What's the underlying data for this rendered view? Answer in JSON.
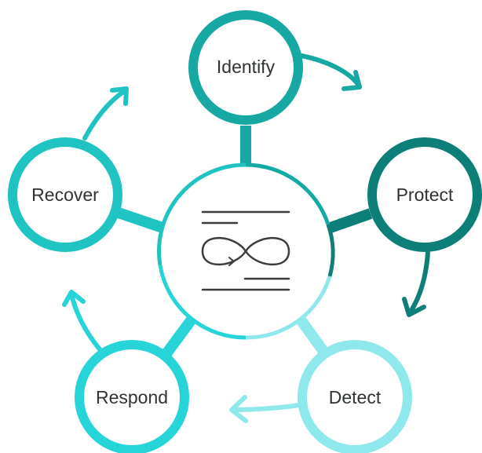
{
  "nodes": [
    {
      "id": "identify",
      "label": "Identify",
      "color": "#17a8a4"
    },
    {
      "id": "protect",
      "label": "Protect",
      "color": "#0d7f78"
    },
    {
      "id": "detect",
      "label": "Detect",
      "color": "#8fe8ec"
    },
    {
      "id": "respond",
      "label": "Respond",
      "color": "#27d4d8"
    },
    {
      "id": "recover",
      "label": "Recover",
      "color": "#1fc3c2"
    }
  ],
  "center": {
    "icon": "infinity-document-icon",
    "ring_colors": [
      "#12aaa3",
      "#0e8078",
      "#8fe8ec",
      "#27d4d8",
      "#1fc3c2"
    ]
  },
  "colors": {
    "icon_stroke": "#3a3d40",
    "background": "#ffffff"
  }
}
